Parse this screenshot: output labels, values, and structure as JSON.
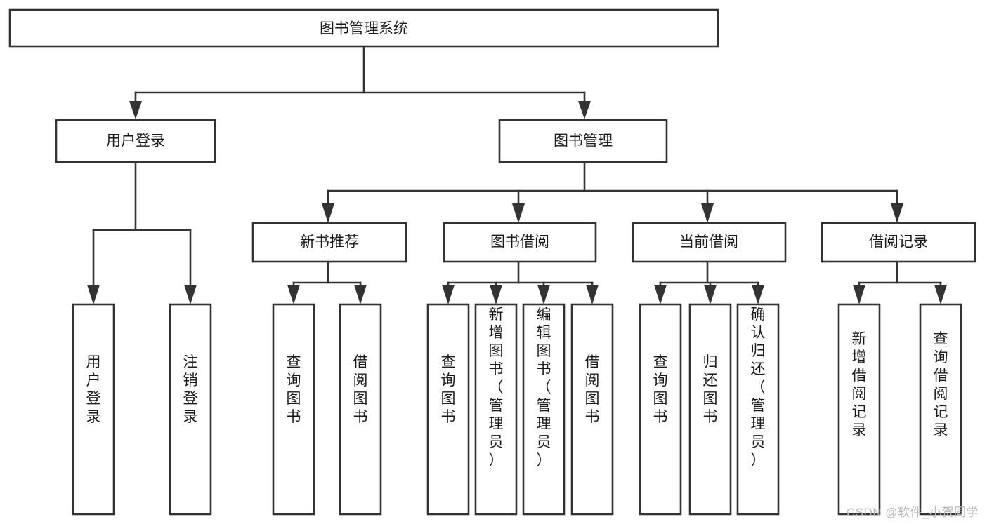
{
  "diagram": {
    "type": "tree-hierarchy-chart",
    "title_node": {
      "id": "root",
      "label": "图书管理系统"
    },
    "level2": [
      {
        "id": "user-login",
        "label": "用户登录"
      },
      {
        "id": "book-management",
        "label": "图书管理"
      }
    ],
    "level3": [
      {
        "id": "new-book-recommend",
        "label": "新书推荐",
        "parent": "book-management"
      },
      {
        "id": "book-borrow",
        "label": "图书借阅",
        "parent": "book-management"
      },
      {
        "id": "current-borrow",
        "label": "当前借阅",
        "parent": "book-management"
      },
      {
        "id": "borrow-record",
        "label": "借阅记录",
        "parent": "book-management"
      }
    ],
    "leaves": [
      {
        "id": "leaf-user-login",
        "label": "用户登录",
        "parent": "user-login"
      },
      {
        "id": "leaf-logout",
        "label": "注销登录",
        "parent": "user-login"
      },
      {
        "id": "leaf-query-book-1",
        "label": "查询图书",
        "parent": "new-book-recommend"
      },
      {
        "id": "leaf-borrow-book-1",
        "label": "借阅图书",
        "parent": "new-book-recommend"
      },
      {
        "id": "leaf-query-book-2",
        "label": "查询图书",
        "parent": "book-borrow"
      },
      {
        "id": "leaf-add-book",
        "label": "新增图书（管理员）",
        "parent": "book-borrow"
      },
      {
        "id": "leaf-edit-book",
        "label": "编辑图书（管理员）",
        "parent": "book-borrow"
      },
      {
        "id": "leaf-borrow-book-2",
        "label": "借阅图书",
        "parent": "book-borrow"
      },
      {
        "id": "leaf-query-book-3",
        "label": "查询图书",
        "parent": "current-borrow"
      },
      {
        "id": "leaf-return-book",
        "label": "归还图书",
        "parent": "current-borrow"
      },
      {
        "id": "leaf-confirm-return",
        "label": "确认归还（管理员）",
        "parent": "current-borrow"
      },
      {
        "id": "leaf-add-record",
        "label": "新增借阅记录",
        "parent": "borrow-record"
      },
      {
        "id": "leaf-query-record",
        "label": "查询借阅记录",
        "parent": "borrow-record"
      }
    ],
    "colors": {
      "box_stroke": "#333333",
      "box_fill": "#ffffff",
      "text": "#1a1a1a",
      "canvas": "#ffffff",
      "watermark": "#b9b9b9"
    }
  },
  "watermark": {
    "text": "CSDN @软件_小贺同学"
  }
}
